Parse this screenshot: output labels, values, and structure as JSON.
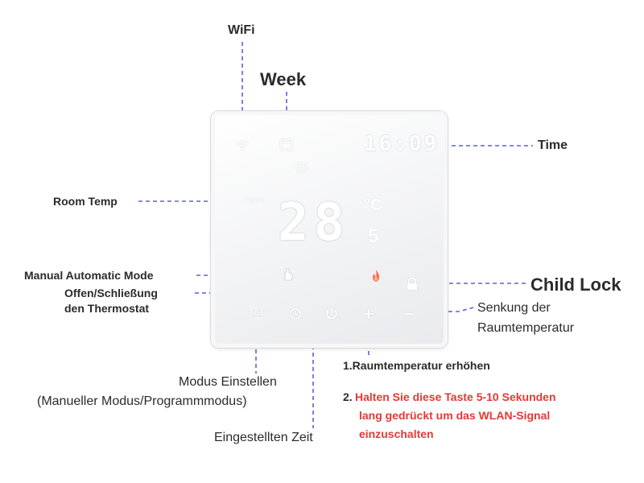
{
  "labels": {
    "wifi": "WiFi",
    "week": "Week",
    "time": "Time",
    "room_temp": "Room Temp",
    "manual_auto_mode": "Manual Automatic Mode",
    "power_line1": "Offen/Schließung",
    "power_line2": "den Thermostat",
    "child_lock": "Child Lock",
    "lower_line1": "Senkung der",
    "lower_line2": "Raumtemperatur",
    "mode_line1": "Modus Einstellen",
    "mode_line2": "(Manueller Modus/Programmmodus)",
    "set_time": "Eingestellten Zeit",
    "raise_temp": "1.Raumtemperatur erhöhen",
    "wifi_hint_prefix": "2.",
    "wifi_hint_line1": "Halten Sie diese Taste 5-10 Sekunden",
    "wifi_hint_line2": "lang gedrückt um das WLAN-Signal",
    "wifi_hint_line3": "einzuschalten"
  },
  "display": {
    "time": "16:09",
    "temperature": "28",
    "temp_decimal": "5",
    "unit": "°C",
    "room_caption": "Room"
  },
  "colors": {
    "leader_line": "#5b5ee6",
    "hint_red": "#e53935",
    "flame": "#ff6b4a"
  }
}
